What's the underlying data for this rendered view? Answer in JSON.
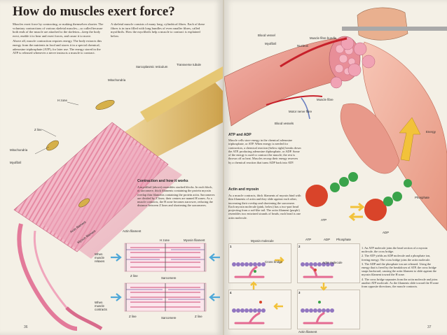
{
  "title": "How do muscles exert force?",
  "left_page": {
    "intro_col1": [
      "Muscles exert force by contracting, or making themselves shorter. The voluntary contractions of various skeletal muscles—so called because both ends of the muscle are attached to the skeleton—keep the body erect, enable it to bear and exert forces, and cause it to move.",
      "Above all, muscle contraction requires energy. The body extracts this energy from the nutrients in food and stores it in a special chemical, adenosine triphosphate (ATP), for later use. The energy stored in the ATP is released whenever a nerve instructs a muscle to contract."
    ],
    "intro_col2": [
      "A skeletal muscle consists of many long, cylindrical fibres. Each of these fibres is in turn filled with long bundles of even smaller fibres, called myofibrils. How the myofibrils help a muscle to contract is explained below."
    ],
    "labels": {
      "sarcoplasmic_reticulum": "Sarcoplasmic reticulum",
      "transverse_tubule": "Transverse tubule",
      "mitochondria_top": "Mitochondria",
      "h_zone": "H zone",
      "z_line": "Z line",
      "mitochondria_left": "Mitochondria",
      "myofibril": "Myofibril",
      "actin_filament": "Actin filament",
      "myosin_filament": "Myosin filament"
    },
    "contraction": {
      "heading": "Contraction and how it works",
      "text": "A myofibril (above) resembles stacked blocks. In each block, or sarcomere, thick filaments containing the protein myosin overlap thin filaments containing the protein actin. Sarcomeres are divided by Z lines; their centres are named H zones. As a muscle contracts, the H zone becomes narrower, reducing the distance between Z lines and shortening the sarcomeres."
    },
    "diagram_labels": {
      "actin_filament": "Actin filament",
      "h_zone": "H zone",
      "myosin_filament": "Myosin filament",
      "relaxed": "When muscle relaxes",
      "z_line": "Z line",
      "sarcomere": "Sarcomere",
      "contracts": "When muscle contracts",
      "z_line_2": "Z line",
      "sarcomere_2": "Sarcomere",
      "z_line_3": "Z line"
    },
    "page_number": "36"
  },
  "right_page": {
    "labels": {
      "blood_vessel": "Blood vessel",
      "muscle_fibre_bundle": "Muscle fibre bundle",
      "myofibril": "Myofibril",
      "nucleus": "Nucleus",
      "muscle_fibre": "Muscle fibre",
      "motor_nerve_fibre": "Motor nerve fibre",
      "blood_vessels": "Blood vessels",
      "energy": "Energy",
      "phosphate": "Phosphate",
      "atp": "ATP",
      "adp": "ADP"
    },
    "atp_adp": {
      "heading": "ATP and ADP",
      "text": "Muscle cells store energy in the chemical adenosine triphosphate, or ATP. When energy is needed for contraction, a chemical reaction (below right) breaks down the ATP, producing adenosine diphosphate, or ADP. Some of the energy is used to contract the muscle; the rest is thrown off as heat. Muscles recoup their energy reserves by a chemical reaction that turns ADP back into ATP."
    },
    "actin_myosin": {
      "heading": "Actin and myosin",
      "text": "As a muscle contracts, thick filaments of myosin bind with thin filaments of actin and they slide against each other, increasing their overlap and shortening the sarcomere. Each myosin molecule (pink, below) has a two-part head projecting from a rod-like tail. The actin filament (purple) resembles two entwined strands of beads; each bead is one actin molecule."
    },
    "panel_labels": {
      "myosin_molecule": "Myosin molecule",
      "atp": "ATP",
      "adp": "ADP",
      "phosphate": "Phosphate",
      "cross_bridge": "Cross bridge",
      "actin_molecule": "Actin molecule",
      "actin_filament": "Actin filament"
    },
    "panel_numbers": [
      "1",
      "2",
      "3",
      "4"
    ],
    "steps": [
      "1. An ATP molecule joins the head section of a myosin molecule, the cross bridge.",
      "2. The ATP yields an ADP molecule and a phosphate ion, freeing energy. The cross bridge joins the actin molecule.",
      "3. The ADP and the phosphate ion are released. Using the energy that is freed by the breakdown of ATP, the cross bridge snaps backward, causing the actin filament to slide against the myosin filament toward the H zone.",
      "4. The cross bridge separates from the actin molecule and joins another ATP molecule. As the filaments slide toward the H zone from opposite directions, the muscle contracts."
    ],
    "page_number": "37"
  },
  "colors": {
    "paper": "#f4f0e6",
    "muscle_pink": "#e88aa4",
    "fibre_gold": "#d9b45a",
    "atp_green": "#3aa34a",
    "adp_red": "#d9442a",
    "arrow_blue": "#4fa8d8"
  }
}
